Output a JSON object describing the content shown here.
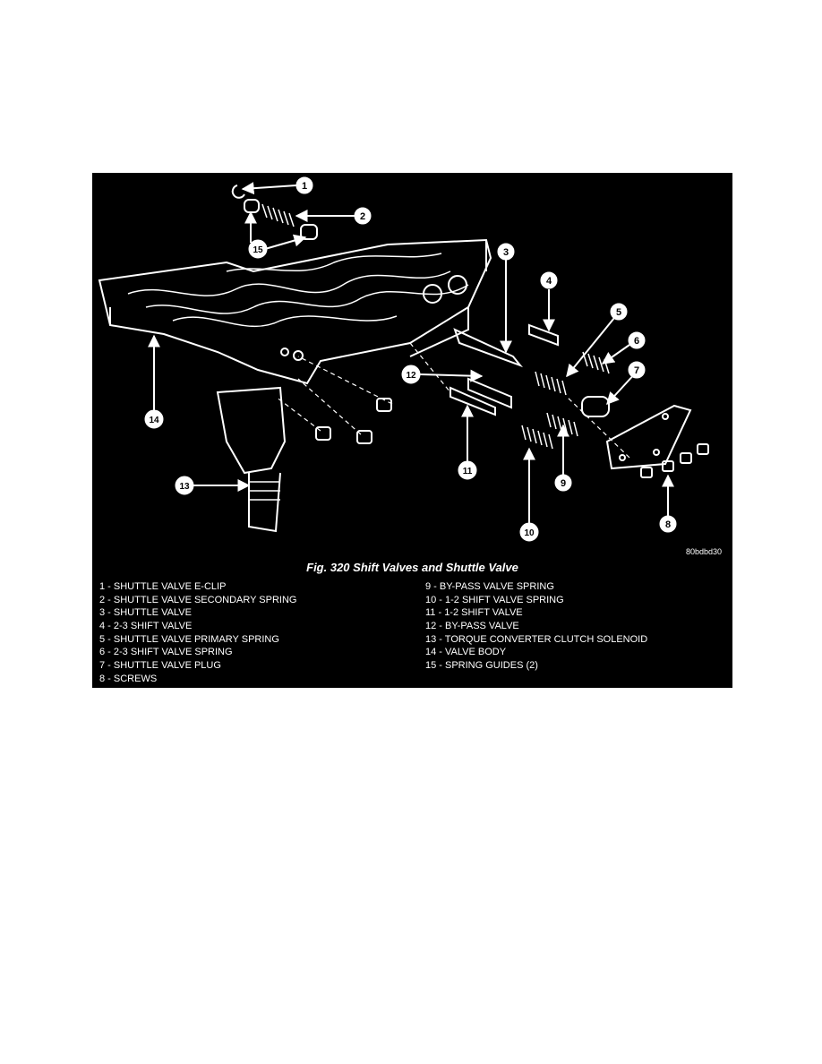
{
  "figure": {
    "code": "80bdbd30",
    "caption": "Fig. 320 Shift Valves and Shuttle Valve",
    "callout_numbers": [
      "1",
      "2",
      "3",
      "4",
      "5",
      "6",
      "7",
      "8",
      "9",
      "10",
      "11",
      "12",
      "13",
      "14",
      "15"
    ]
  },
  "legend": {
    "left": [
      "1 - SHUTTLE VALVE E-CLIP",
      "2 - SHUTTLE VALVE SECONDARY SPRING",
      "3 - SHUTTLE VALVE",
      "4 - 2-3 SHIFT VALVE",
      "5 - SHUTTLE VALVE PRIMARY SPRING",
      "6 - 2-3 SHIFT VALVE SPRING",
      "7 - SHUTTLE VALVE PLUG",
      "8 - SCREWS"
    ],
    "right": [
      "9 - BY-PASS VALVE SPRING",
      "10 - 1-2 SHIFT VALVE SPRING",
      "11 - 1-2 SHIFT VALVE",
      "12 - BY-PASS VALVE",
      "13 - TORQUE CONVERTER CLUTCH SOLENOID",
      "14 - VALVE BODY",
      "15 - SPRING GUIDES (2)"
    ]
  }
}
